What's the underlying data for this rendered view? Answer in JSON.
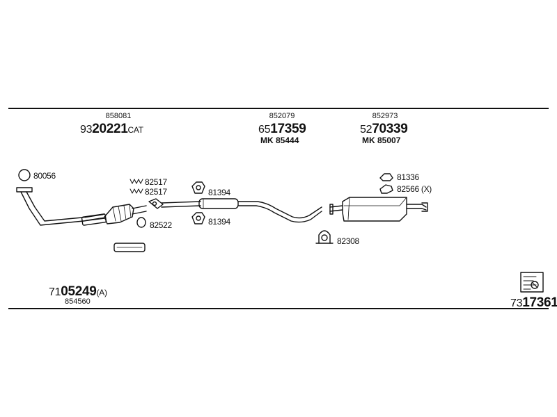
{
  "header_refs": [
    {
      "ref": "858081",
      "pn_prefix": "93",
      "pn_bold": "20221",
      "pn_suffix": "CAT",
      "mk": ""
    },
    {
      "ref": "852079",
      "pn_prefix": "65",
      "pn_bold": "17359",
      "pn_suffix": "",
      "mk": "MK  85444"
    },
    {
      "ref": "852973",
      "pn_prefix": "52",
      "pn_bold": "70339",
      "pn_suffix": "",
      "mk": "MK  85007"
    }
  ],
  "parts": {
    "p80056": "80056",
    "p82517a": "82517",
    "p82517b": "82517",
    "p82522": "82522",
    "p81394a": "81394",
    "p81394b": "81394",
    "p81336": "81336",
    "p82566": "82566 (X)",
    "p82308": "82308"
  },
  "footer_left": {
    "pn_prefix": "71",
    "pn_bold": "05249",
    "pn_suffix": "(A)",
    "ref": "854560"
  },
  "footer_right": {
    "pn_prefix": "73",
    "pn_bold": "17361"
  },
  "colors": {
    "ink": "#111111",
    "background": "#ffffff"
  },
  "icons": [
    "clamp-ring-icon",
    "bracket-icon",
    "mounting-rubber-icon",
    "gasket-icon",
    "pipe-clamp-icon",
    "instruction-sheet-icon"
  ]
}
